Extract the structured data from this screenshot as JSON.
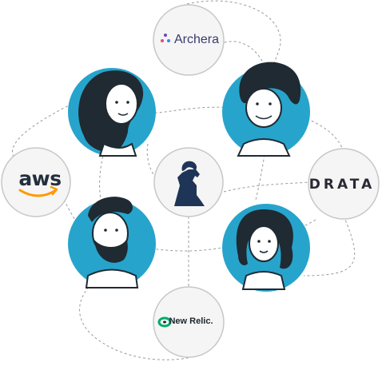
{
  "logos": {
    "archera": "Archera",
    "aws": "aws",
    "drata": "DRATA",
    "newrelic": "New Relic."
  },
  "colors": {
    "circle_fill": "#f5f5f5",
    "circle_stroke": "#c7c7c7",
    "avatar_bg": "#27a4cc",
    "hair": "#1f2a33",
    "skin": "#ffffff",
    "ram_logo": "#1f3557",
    "aws_orange": "#ff9900",
    "newrelic_teal": "#00ac69",
    "archera_purple": "#6f42c1"
  },
  "icons": [
    "person-avatar-icon",
    "ram-logo-icon",
    "aws-smile-icon",
    "newrelic-ring-icon",
    "archera-mark-icon"
  ]
}
